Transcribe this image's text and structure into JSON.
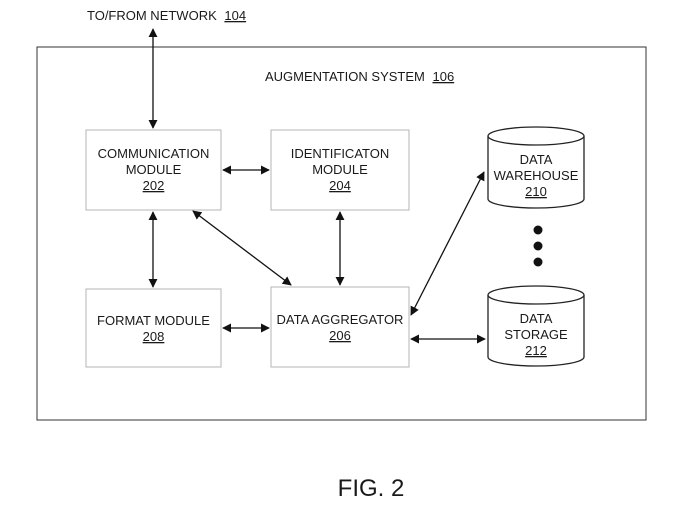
{
  "network": {
    "text": "TO/FROM NETWORK",
    "ref": "104"
  },
  "system": {
    "text": "AUGMENTATION SYSTEM",
    "ref": "106"
  },
  "modules": {
    "communication": {
      "line1": "COMMUNICATION",
      "line2": "MODULE",
      "ref": "202"
    },
    "identification": {
      "line1": "IDENTIFICATON",
      "line2": "MODULE",
      "ref": "204"
    },
    "format": {
      "line1": "FORMAT MODULE",
      "ref": "208"
    },
    "aggregator": {
      "line1": "DATA AGGREGATOR",
      "ref": "206"
    }
  },
  "stores": {
    "warehouse": {
      "line1": "DATA",
      "line2": "WAREHOUSE",
      "ref": "210"
    },
    "storage": {
      "line1": "DATA",
      "line2": "STORAGE",
      "ref": "212"
    }
  },
  "figure_label": "FIG. 2"
}
